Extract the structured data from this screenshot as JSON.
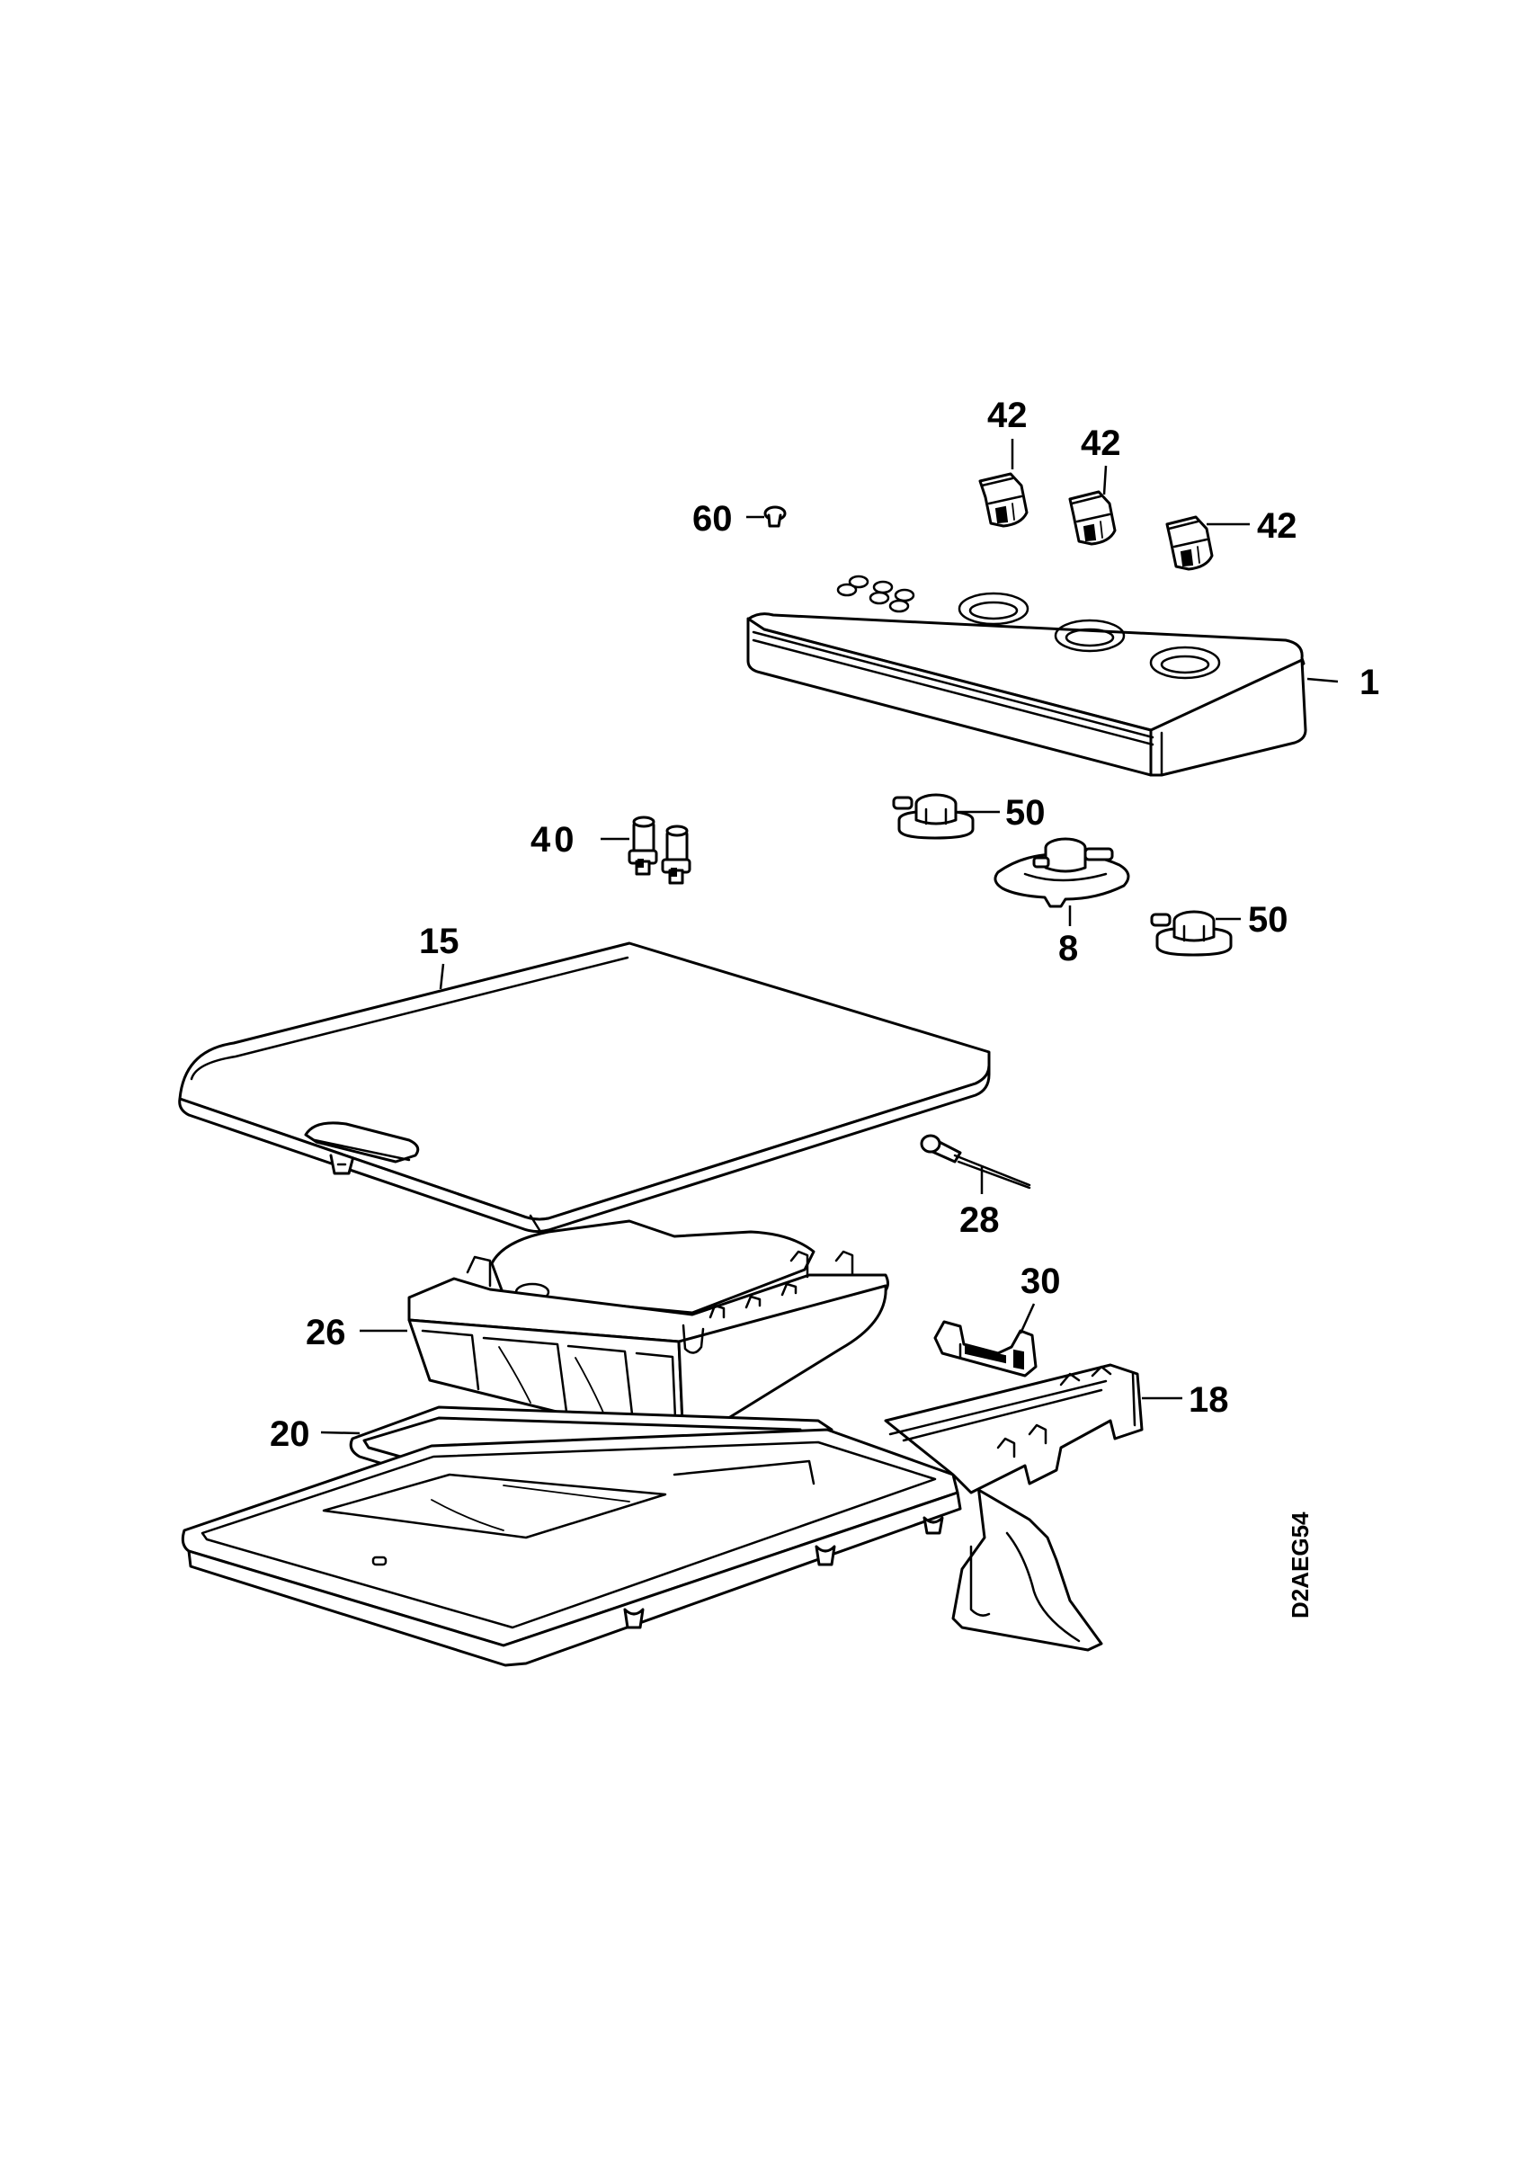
{
  "diagram": {
    "drawing_code": "D2AEG54",
    "callouts": {
      "c1": "1",
      "c8": "8",
      "c15": "15",
      "c18": "18",
      "c20": "20",
      "c26": "26",
      "c28": "28",
      "c30": "30",
      "c40": "40",
      "c42a": "42",
      "c42b": "42",
      "c42c": "42",
      "c50a": "50",
      "c50b": "50",
      "c60": "60"
    }
  }
}
